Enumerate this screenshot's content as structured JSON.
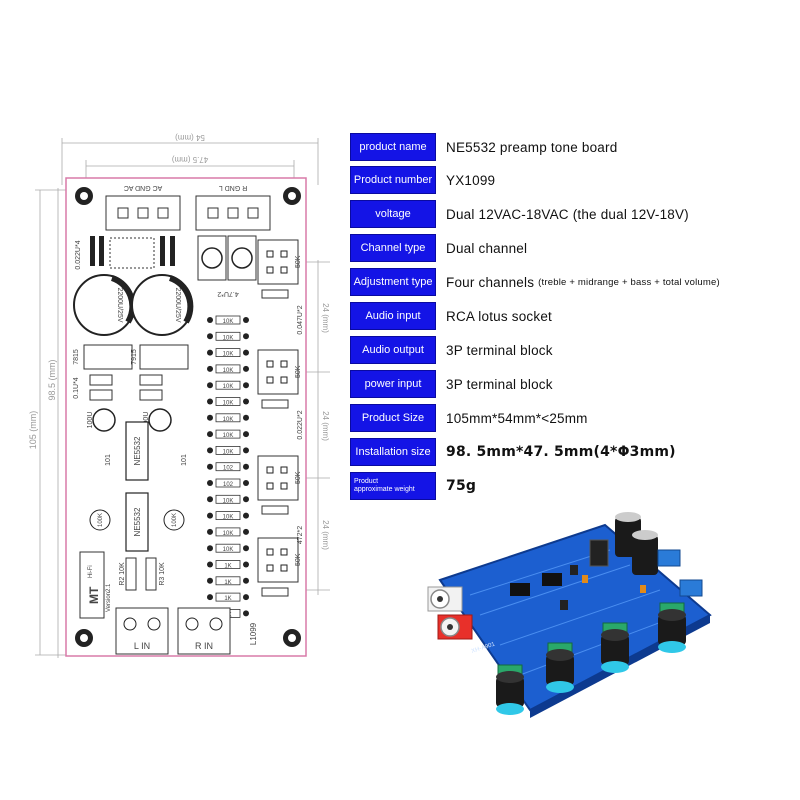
{
  "specs": [
    {
      "label": "product name",
      "value": "NE5532 preamp tone board"
    },
    {
      "label": "Product number",
      "value": "YX1099"
    },
    {
      "label": "voltage",
      "value": "Dual 12VAC-18VAC (the dual 12V-18V)"
    },
    {
      "label": "Channel type",
      "value": "Dual channel"
    },
    {
      "label": "Adjustment type",
      "value": "Four channels",
      "note": "(treble + midrange + bass + total volume)"
    },
    {
      "label": "Audio input",
      "value": "RCA lotus socket"
    },
    {
      "label": "Audio output",
      "value": "3P terminal block"
    },
    {
      "label": "power input",
      "value": "3P terminal block"
    },
    {
      "label": "Product Size",
      "value": "105mm*54mm*<25mm"
    },
    {
      "label": "Installation size",
      "value": "98. 5mm*47. 5mm(4*Φ3mm)"
    },
    {
      "label_line1": "Product",
      "label_line2": "approximate weight",
      "value": "75g"
    }
  ],
  "diagram": {
    "dim_top_outer": "54 (mm)",
    "dim_top_inner": "47.5 (mm)",
    "dim_left_outer": "105 (mm)",
    "dim_left_inner": "98.5 (mm)",
    "dim_right_1": "24 (mm)",
    "dim_right_2": "24 (mm)",
    "dim_right_3": "24 (mm)",
    "terminal_ac_labels": "AC  GND  AC",
    "terminal_out_labels": "R  GND  L",
    "cap_left": "2200U/25V",
    "cap_right": "2200U/25V",
    "cap_small": "0.022U*4",
    "reg_left": "7815",
    "reg_right": "7915",
    "cap_01": "0.1U*4",
    "cap_100u_1": "100U",
    "cap_100u_2": "100U",
    "chip_1": "NE5532",
    "chip_2": "NE5532",
    "cap_101_1": "101",
    "cap_101_2": "101",
    "pot_100k_1": "100K",
    "pot_100k_2": "100K",
    "pot_50k": "50K",
    "cap_47u": "4.7U*2",
    "cap_0047": "0.047U*2",
    "cap_0022": "0.022U*2",
    "cap_472": "472*2",
    "res_10k": "10K",
    "res_1k": "1K",
    "res_102": "102",
    "r2": "R2 10K",
    "r3": "R3 10K",
    "logo": "MT",
    "logo_sub": "Hi-Fi",
    "version": "Version2.1",
    "model": "L1099",
    "l_in": "L IN",
    "r_in": "R IN"
  },
  "photo": {
    "board_code": "XH-A901"
  },
  "colors": {
    "label_bg": "#1414e6",
    "board_outline": "#d87aa8",
    "pcb_blue": "#1c5fd0",
    "knob_cyan": "#30c8e8"
  }
}
